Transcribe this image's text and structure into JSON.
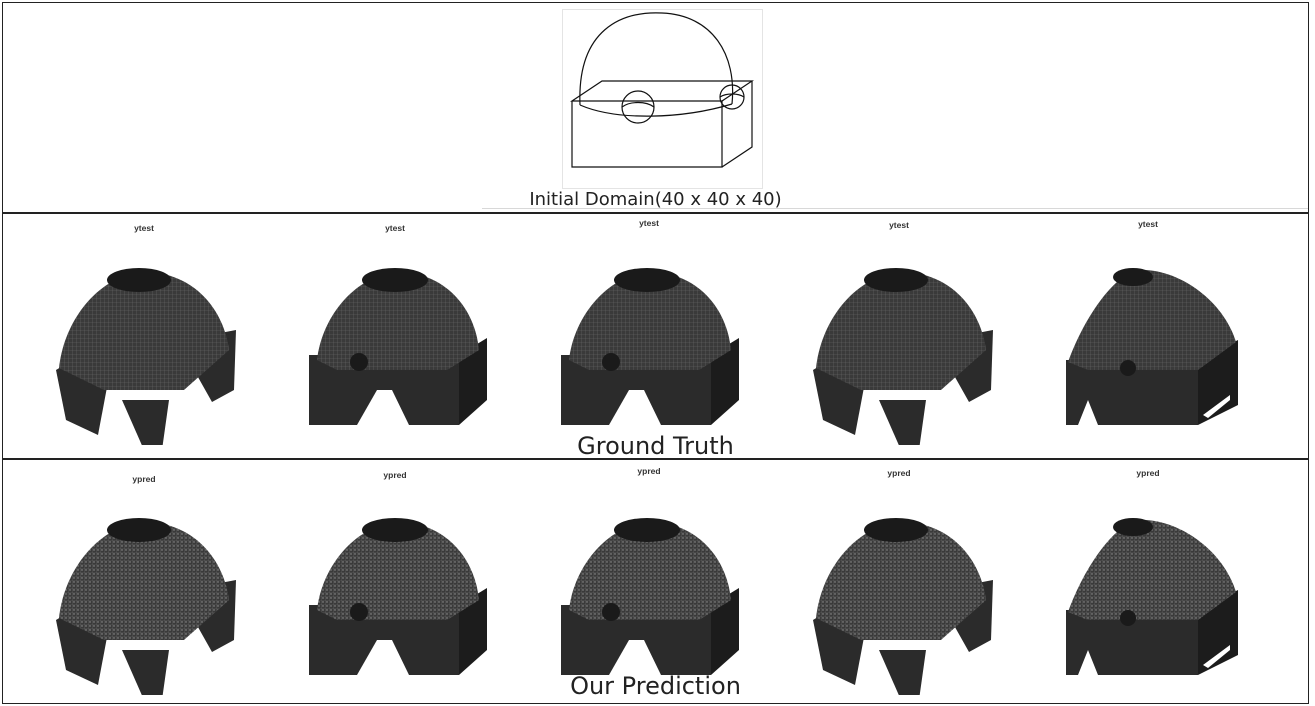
{
  "initial_domain": {
    "caption": "Initial Domain(40 x 40 x 40)",
    "icon": "domain-sketch-icon"
  },
  "ground_truth": {
    "caption": "Ground Truth",
    "plots": [
      {
        "title": "ytest",
        "variant": "arch"
      },
      {
        "title": "ytest",
        "variant": "box"
      },
      {
        "title": "ytest",
        "variant": "box"
      },
      {
        "title": "ytest",
        "variant": "arch"
      },
      {
        "title": "ytest",
        "variant": "box-right"
      }
    ]
  },
  "prediction": {
    "caption": "Our Prediction",
    "plots": [
      {
        "title": "ypred",
        "variant": "arch"
      },
      {
        "title": "ypred",
        "variant": "box"
      },
      {
        "title": "ypred",
        "variant": "box"
      },
      {
        "title": "ypred",
        "variant": "arch"
      },
      {
        "title": "ypred",
        "variant": "box-right"
      }
    ]
  },
  "colors": {
    "voxel_dark": "#2b2b2b",
    "voxel_mid": "#3a3a3a",
    "voxel_grid": "#6a6a6a",
    "border": "#222222"
  }
}
